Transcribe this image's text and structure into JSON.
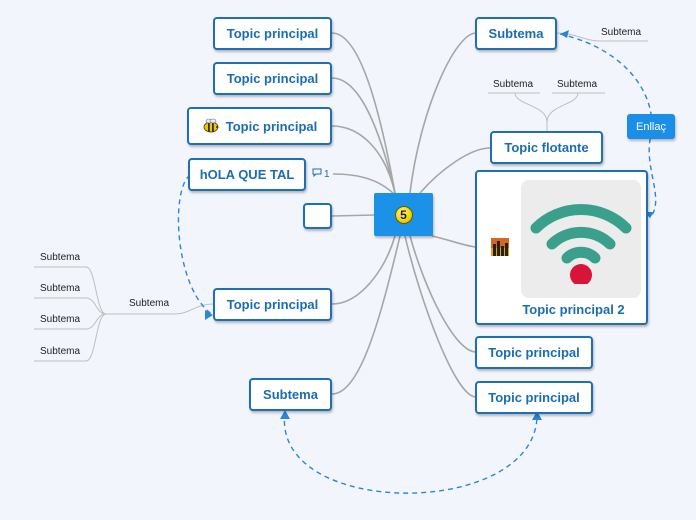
{
  "central": {
    "badge": "5"
  },
  "left_topics": [
    {
      "label": "Topic principal"
    },
    {
      "label": "Topic principal"
    },
    {
      "label": "Topic principal",
      "icon": "bee-icon"
    },
    {
      "label": "hOLA QUE TAL",
      "comment_count": "1"
    },
    {
      "label": ""
    },
    {
      "label": "Topic principal"
    },
    {
      "label": "Subtema"
    }
  ],
  "left_subtopics": [
    "Subtema",
    "Subtema",
    "Subtema",
    "Subtema"
  ],
  "left_mid_subtopic": "Subtema",
  "right_topics": [
    {
      "label": "Subtema"
    },
    {
      "label": "Topic flotante"
    },
    {
      "label": "Topic principal 2",
      "image": "wifi-icon",
      "side_icon": "city-skyline-icon"
    },
    {
      "label": "Topic principal"
    },
    {
      "label": "Topic principal"
    }
  ],
  "right_subtopics": {
    "subtema_child": "Subtema",
    "flotante_children": [
      "Subtema",
      "Subtema"
    ]
  },
  "relationship_label": "Enllaç",
  "colors": {
    "topic_border": "#1f6fb5",
    "topic_text": "#1a6db5",
    "central": "#1b91e8",
    "connector": "#a6a6a6",
    "relationship": "#2a86d6",
    "wifi": "#3aa08c",
    "wifi_dot": "#d7143a"
  }
}
